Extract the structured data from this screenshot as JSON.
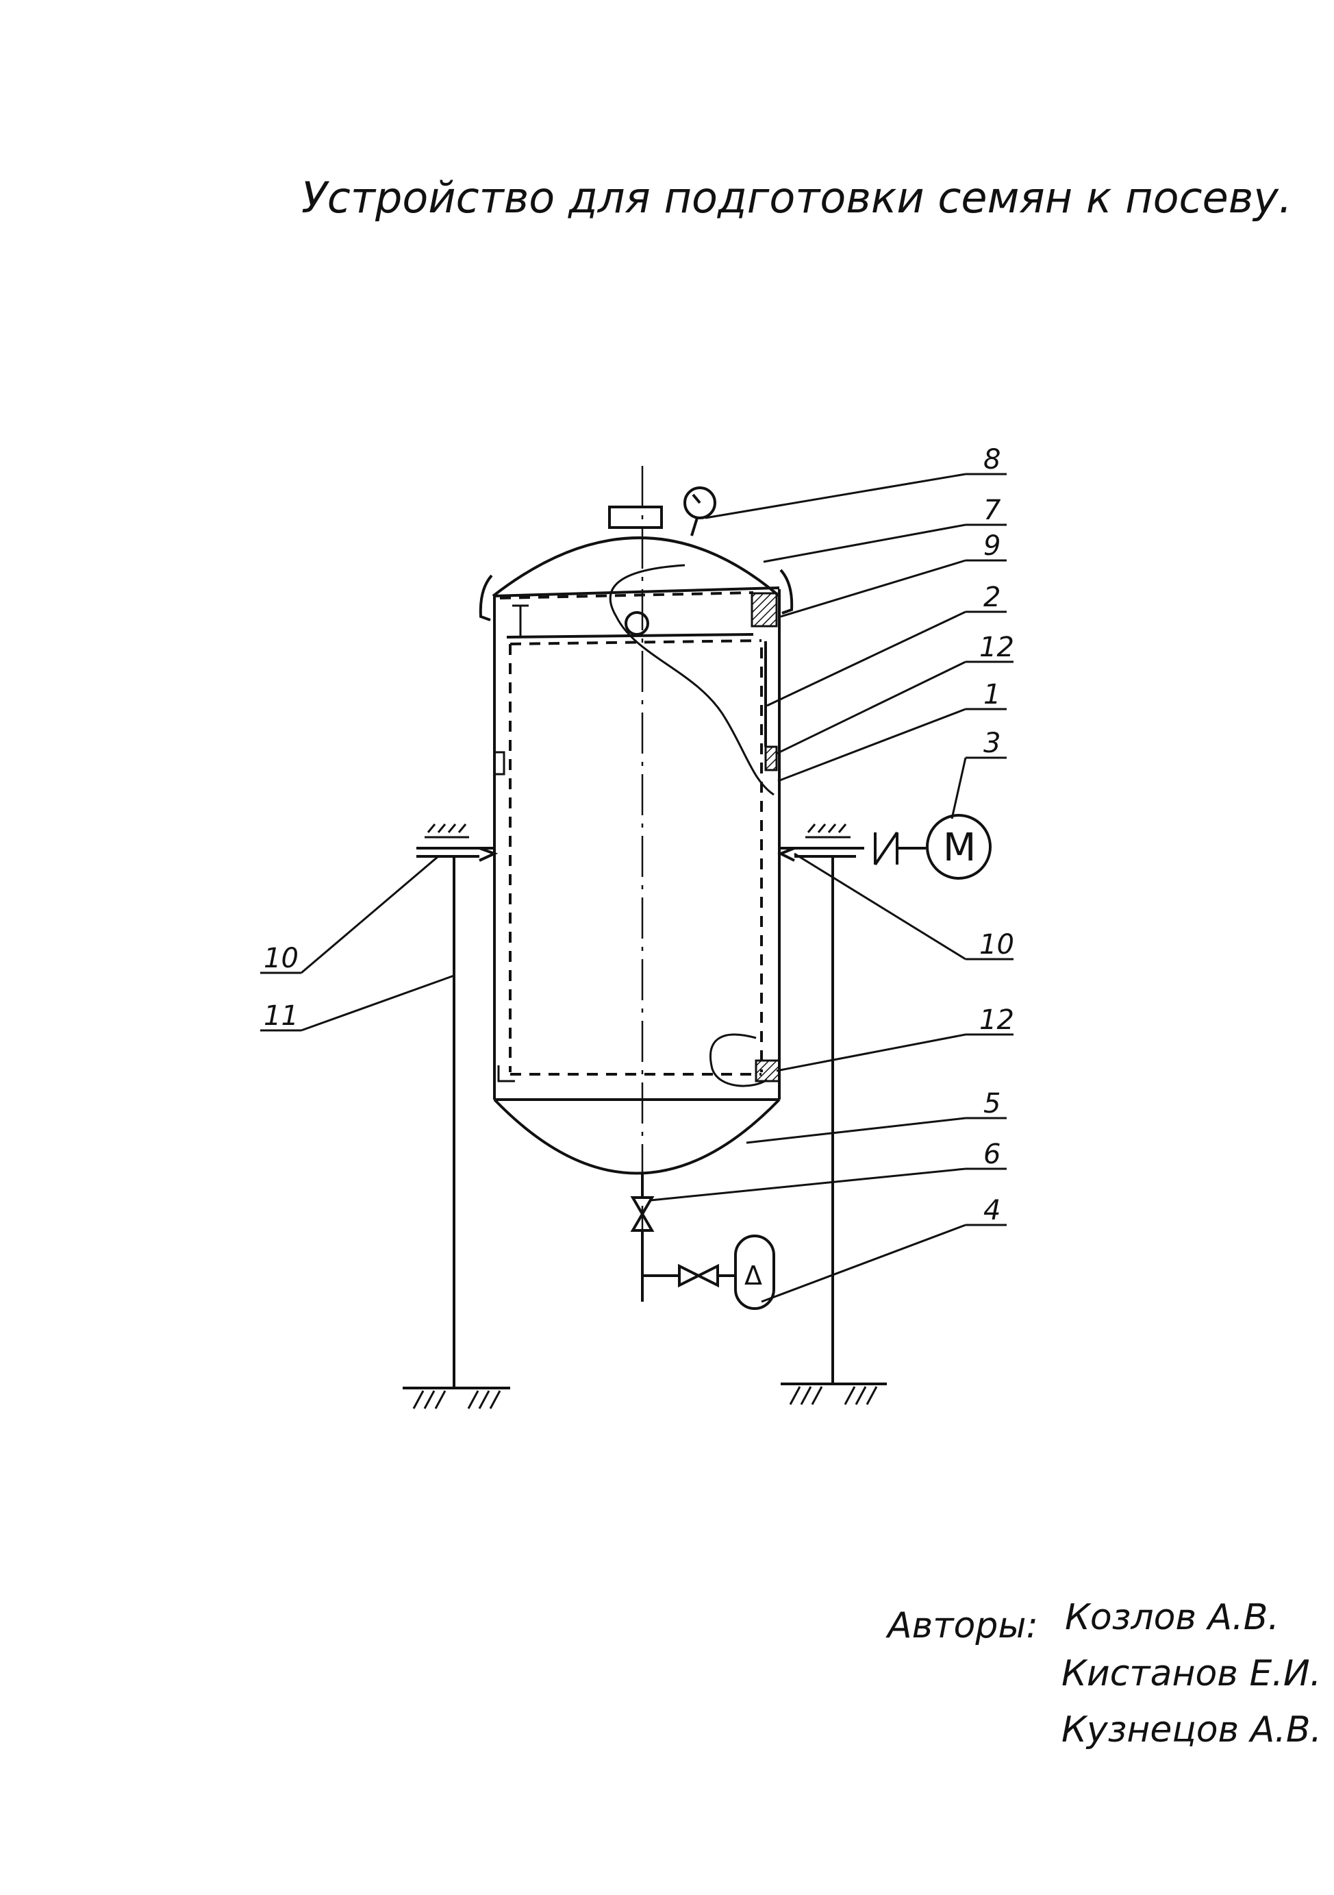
{
  "title": "Устройство для подготовки семян к посеву.",
  "labels": {
    "l1": "1",
    "l2": "2",
    "l3": "3",
    "l4": "4",
    "l5": "5",
    "l6": "6",
    "l7": "7",
    "l8": "8",
    "l9": "9",
    "l10_left": "10",
    "l10_right": "10",
    "l11": "11",
    "l12_top": "12",
    "l12_bottom": "12"
  },
  "motor_symbol": "M",
  "pump_symbol": "Δ",
  "authors": {
    "heading": "Авторы:",
    "names": [
      "Козлов А.В.",
      "Кистанов Е.И.",
      "Кузнецов А.В."
    ]
  }
}
